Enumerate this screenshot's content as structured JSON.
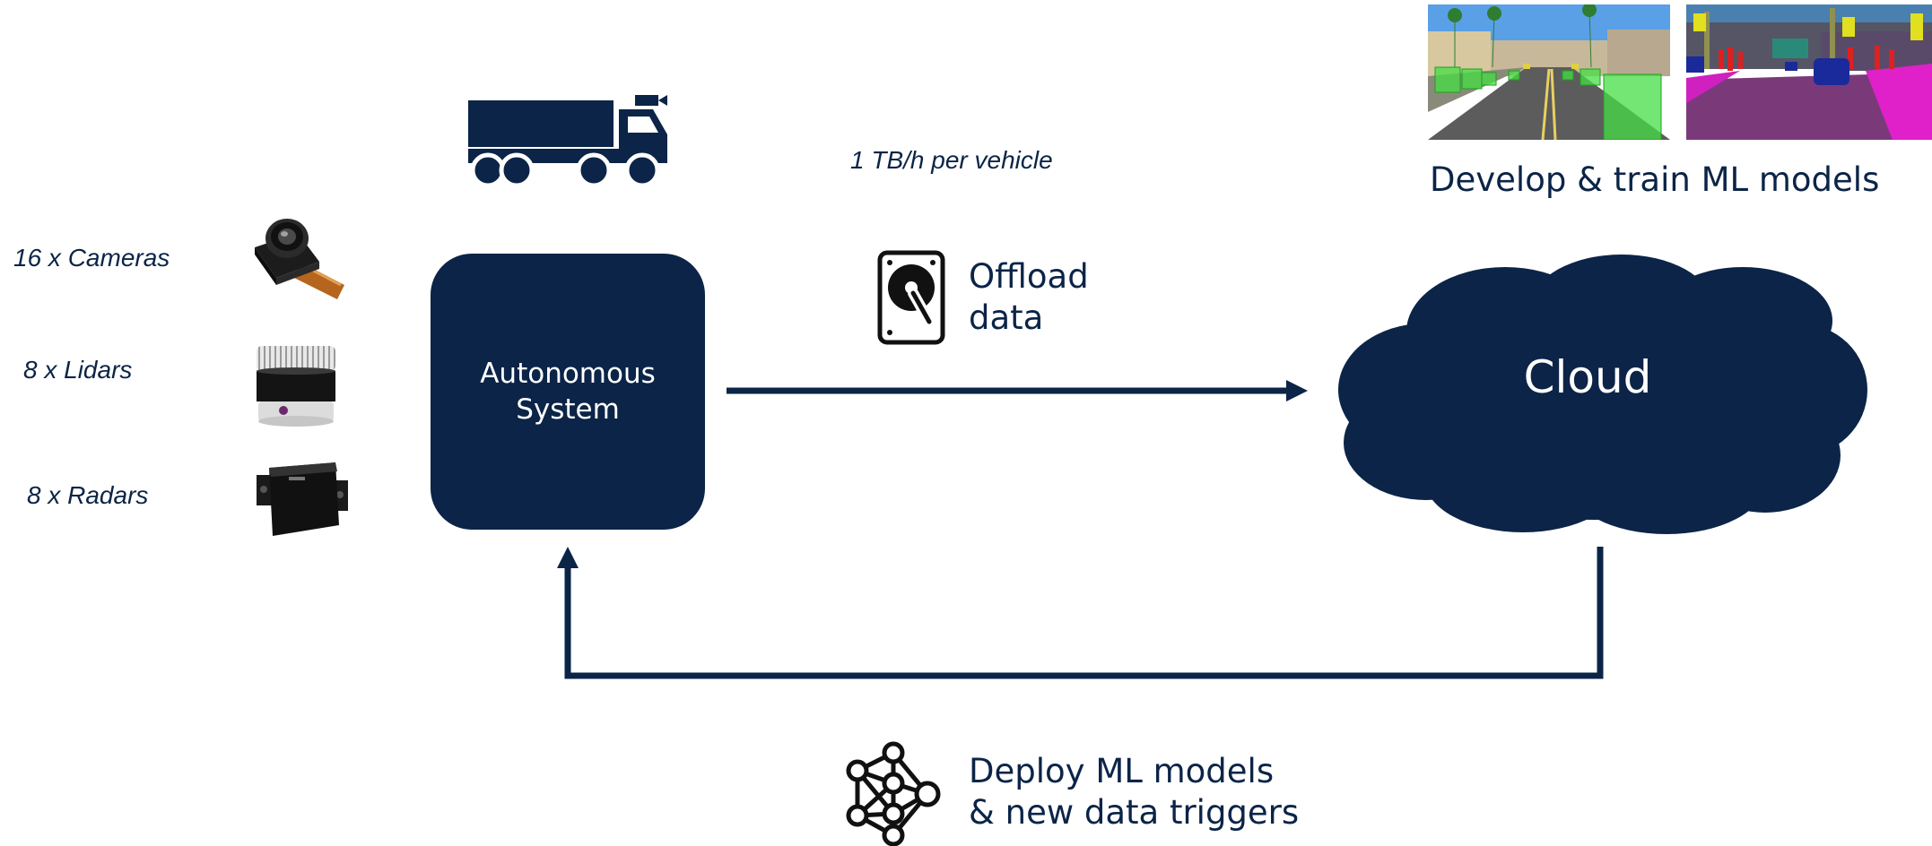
{
  "sensors": [
    {
      "label": "16 x Cameras",
      "icon": "camera-module-icon"
    },
    {
      "label": "8 x Lidars",
      "icon": "lidar-icon"
    },
    {
      "label": "8 x Radars",
      "icon": "radar-icon"
    }
  ],
  "vehicle": {
    "icon": "truck-icon"
  },
  "autonomous_system": {
    "label": "Autonomous System"
  },
  "data_rate": {
    "label": "1 TB/h per vehicle"
  },
  "offload": {
    "label": "Offload\ndata",
    "icon": "hard-drive-icon"
  },
  "cloud": {
    "label": "Cloud"
  },
  "training": {
    "label": "Develop & train ML models",
    "images": [
      "object-detection-image",
      "semantic-segmentation-image"
    ]
  },
  "deploy": {
    "label": "Deploy ML models\n& new data triggers",
    "icon": "neural-network-icon"
  },
  "colors": {
    "primary": "#0b2447",
    "background": "#ffffff"
  }
}
